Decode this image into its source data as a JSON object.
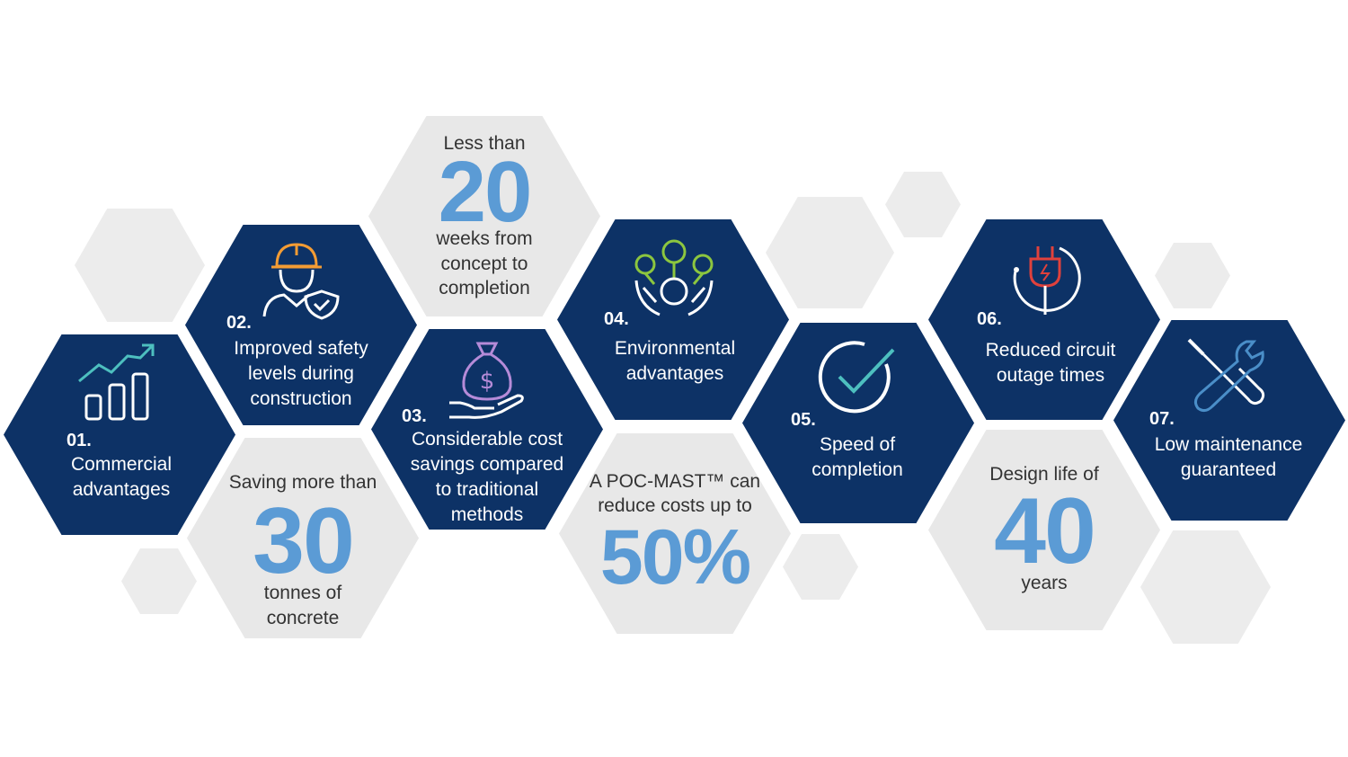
{
  "items": [
    {
      "num": "01.",
      "label_lines": [
        "Commercial",
        "advantages"
      ]
    },
    {
      "num": "02.",
      "label_lines": [
        "Improved safety",
        "levels during",
        "construction"
      ]
    },
    {
      "num": "03.",
      "label_lines": [
        "Considerable cost",
        "savings compared",
        "to traditional",
        "methods"
      ]
    },
    {
      "num": "04.",
      "label_lines": [
        "Environmental",
        "advantages"
      ]
    },
    {
      "num": "05.",
      "label_lines": [
        "Speed of",
        "completion"
      ]
    },
    {
      "num": "06.",
      "label_lines": [
        "Reduced circuit",
        "outage times"
      ]
    },
    {
      "num": "07.",
      "label_lines": [
        "Low maintenance",
        "guaranteed"
      ]
    }
  ],
  "stats": [
    {
      "before": [
        "Less than"
      ],
      "big": "20",
      "after": [
        "weeks from",
        "concept to",
        "completion"
      ]
    },
    {
      "before": [
        "Saving more than"
      ],
      "big": "30",
      "after": [
        "tonnes of",
        "concrete"
      ]
    },
    {
      "before": [
        "A POC-MAST™ can",
        "reduce costs up to"
      ],
      "big": "50%",
      "after": []
    },
    {
      "before": [
        "Design life of"
      ],
      "big": "40",
      "after": [
        "years"
      ]
    }
  ],
  "icons": [
    "bar-chart-growth-icon",
    "worker-shield-icon",
    "money-bag-hand-icon",
    "tree-hands-icon",
    "checkmark-circle-icon",
    "electric-plug-icon",
    "screwdriver-wrench-icon"
  ],
  "colors": {
    "dark": "#0d3266",
    "light": "#e8e8e8",
    "accent": "#5b9bd5"
  }
}
